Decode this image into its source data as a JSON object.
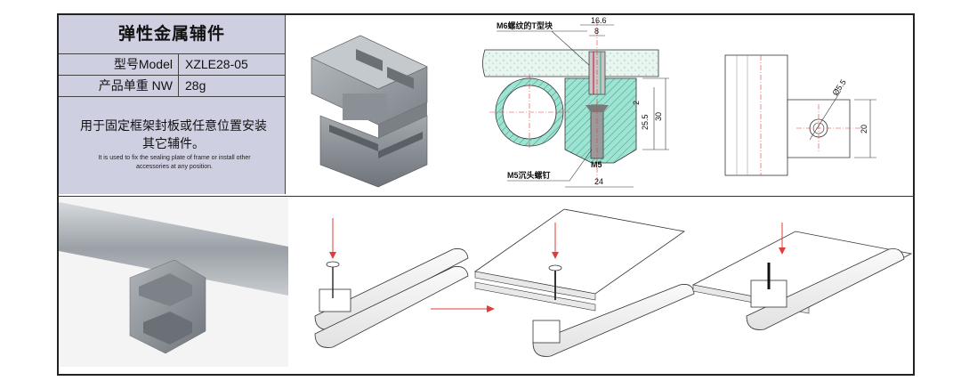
{
  "spec": {
    "title": "弹性金属辅件",
    "model_label": "型号Model",
    "model_value": "XZLE28-05",
    "weight_label": "产品单重 NW",
    "weight_value": "28g",
    "desc_cn": "用于固定框架封板或任意位置安装其它辅件。",
    "desc_en": "It is used to fix the sealing plate of frame or install other accessories at any position."
  },
  "drawing": {
    "nut_label": "M6螺纹的T型块",
    "screw_label": "M5沉头螺钉",
    "screw_size": "M5",
    "dim_16_6": "16.6",
    "dim_8": "8",
    "dim_25_5": "25.5",
    "dim_30": "30",
    "dim_2": "2",
    "dim_24": "24",
    "dim_phi": "Ø5.5",
    "dim_20": "20"
  },
  "colors": {
    "part": "#9aa0a6",
    "hatch": "#64c8b4",
    "arrow_red": "#e23b3b",
    "panel": "#cfcfe2"
  }
}
